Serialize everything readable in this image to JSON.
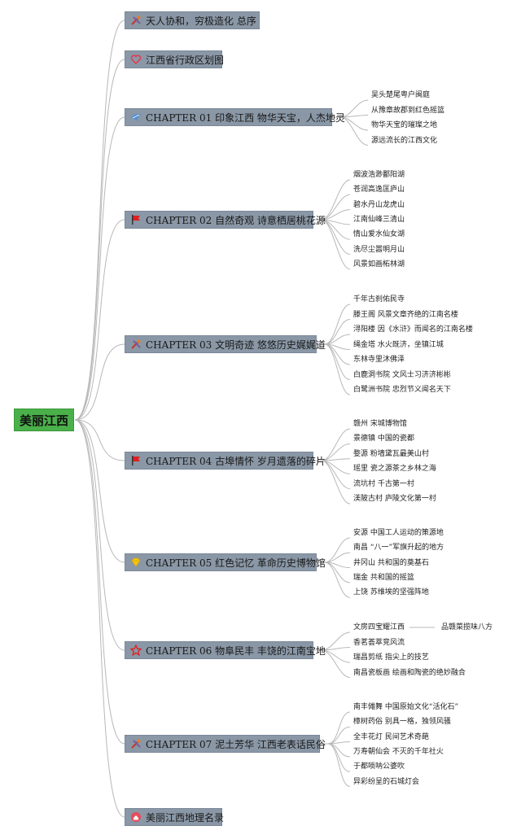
{
  "root": {
    "label": "美丽江西"
  },
  "topics": [
    {
      "icon": "tools-icon",
      "label": "天人协和，穷极造化   总序",
      "children": []
    },
    {
      "icon": "heart-icon",
      "label": "江西省行政区划图",
      "children": []
    },
    {
      "icon": "bird-icon",
      "label": "CHAPTER 01    印象江西    物华天宝，人杰地灵",
      "children": [
        "吴头楚尾粤户闽庭",
        "从豫章故郡到红色摇篮",
        "物华天宝的璀璨之地",
        "源远流长的江西文化"
      ]
    },
    {
      "icon": "flag-icon",
      "label": "CHAPTER 02    自然奇观    诗意栖居桃花源",
      "children": [
        "烟波浩渺鄱阳湖",
        "苍润高逸匡庐山",
        "碧水丹山龙虎山",
        "江南仙峰三清山",
        "情山爱水仙女湖",
        "洗尽尘嚣明月山",
        "风景如画柘林湖"
      ]
    },
    {
      "icon": "tools-icon",
      "label": "CHAPTER 03    文明奇迹    悠悠历史娓娓道",
      "children": [
        "千年古刹佑民寺",
        "滕王阁    风景文章齐绝的江南名楼",
        "浔阳楼    因《水浒》而闻名的江南名楼",
        "绳金塔    水火既济，坐镇江城",
        "东林寺里沐佛泽",
        "白鹿洞书院    文风士习济济彬彬",
        "白鹭洲书院    忠烈节义闻名天下"
      ]
    },
    {
      "icon": "flag-icon",
      "label": "CHAPTER 04    古埠情怀    岁月遗落的碎片",
      "children": [
        "赣州    宋城博物馆",
        "景德镇    中国的瓷都",
        "婺源    粉墙黛瓦最美山村",
        "瑶里    瓷之源茶之乡林之海",
        "流坑村    千古第一村",
        "渼陂古村    庐陵文化第一村"
      ]
    },
    {
      "icon": "diamond-icon",
      "label": "CHAPTER 05    红色记忆    革命历史博物馆",
      "children": [
        "安源    中国工人运动的策源地",
        "南昌    “八一”军旗升起的地方",
        "井冈山    共和国的奠基石",
        "瑞金    共和国的摇篮",
        "上饶    苏维埃的坚强阵地"
      ]
    },
    {
      "icon": "star-icon",
      "label": "CHAPTER 06    物阜民丰    丰饶的江南宝地",
      "children": [
        "文房四宝耀江西",
        "香茗荟萃竞风流",
        "瑞昌剪纸    指尖上的技艺",
        "南昌瓷板画    绘画和陶瓷的绝妙融合"
      ],
      "subchild": "品赣菜揽味八方"
    },
    {
      "icon": "tools-icon",
      "label": "CHAPTER 07    泥土芳华    江西老表话民俗",
      "children": [
        "南丰傩舞    中国原始文化“活化石”",
        "樟树药俗    别具一格，独领风骚",
        "全丰花灯    民间艺术奇葩",
        "万寿朝仙会    不灭的千年社火",
        "于都唢呐公婆吹",
        "异彩纷呈的石城灯会"
      ]
    },
    {
      "icon": "home-icon",
      "label": "美丽江西地理名录",
      "children": []
    }
  ],
  "colors": {
    "root": "#4ab04a",
    "topic": "#8a97a6",
    "line": "#b8b8b8"
  }
}
